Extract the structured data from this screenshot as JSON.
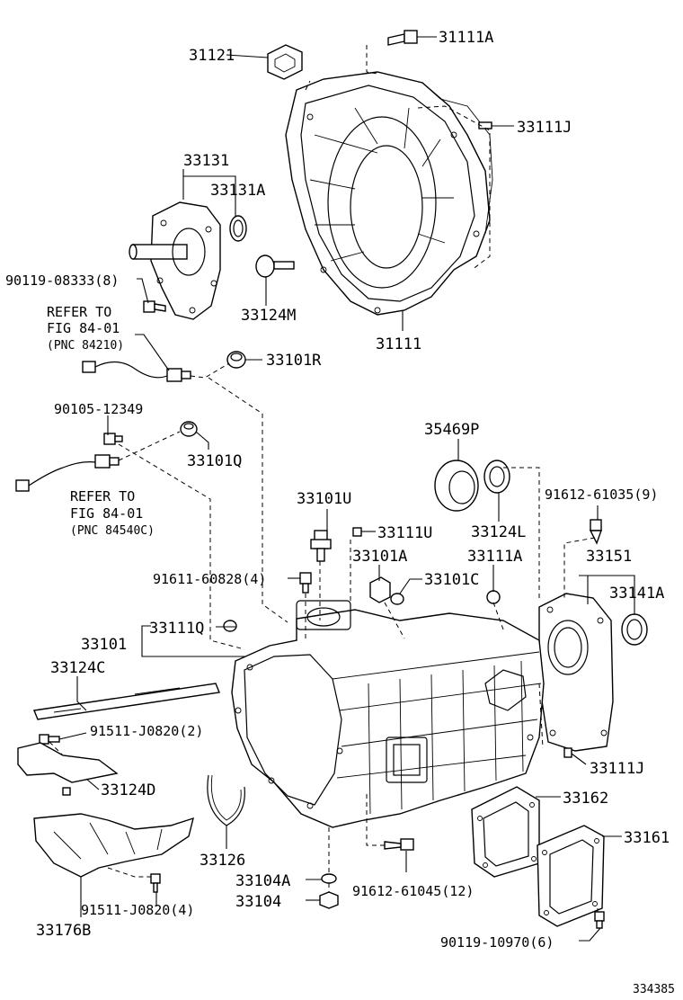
{
  "labels": {
    "p31121": "31121",
    "p31111A": "31111A",
    "p33111J_top": "33111J",
    "p33131": "33131",
    "p33131A": "33131A",
    "p90119_08333": "90119-08333(8)",
    "p33124M": "33124M",
    "p31111": "31111",
    "refer1_line1": "REFER TO",
    "refer1_line2": "FIG 84-01",
    "refer1_line3": "(PNC 84210)",
    "p33101R": "33101R",
    "p90105_12349": "90105-12349",
    "p33101Q": "33101Q",
    "refer2_line1": "REFER TO",
    "refer2_line2": "FIG 84-01",
    "refer2_line3": "(PNC 84540C)",
    "p35469P": "35469P",
    "p33101U": "33101U",
    "p33111U": "33111U",
    "p33124L": "33124L",
    "p91612_61035": "91612-61035(9)",
    "p33101A": "33101A",
    "p33111A": "33111A",
    "p33151": "33151",
    "p91611_60828": "91611-60828(4)",
    "p33101C": "33101C",
    "p33141A": "33141A",
    "p33111Q": "33111Q",
    "p33101": "33101",
    "p33124C": "33124C",
    "p91511_J0820_2": "91511-J0820(2)",
    "p33111J_bottom": "33111J",
    "p33124D": "33124D",
    "p33162": "33162",
    "p33161": "33161",
    "p33126": "33126",
    "p33104A": "33104A",
    "p33104": "33104",
    "p91612_61045": "91612-61045(12)",
    "p91511_J0820_4": "91511-J0820(4)",
    "p33176B": "33176B",
    "p90119_10970": "90119-10970(6)",
    "figure_number": "334385"
  }
}
